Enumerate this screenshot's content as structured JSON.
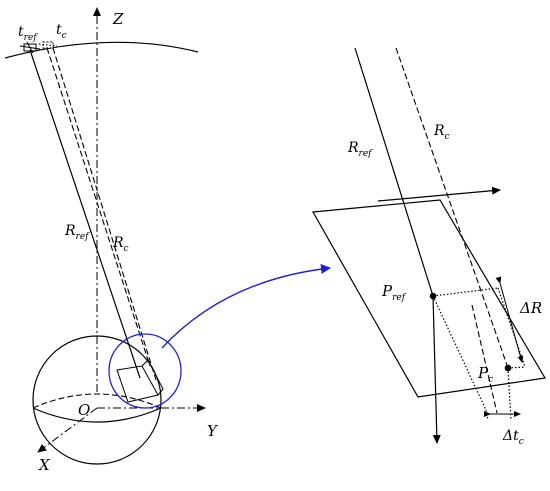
{
  "labels": {
    "t_ref_main": "t",
    "t_ref_sub": "ref",
    "t_c_main": "t",
    "t_c_sub": "c",
    "axis_z": "Z",
    "axis_y": "Y",
    "axis_x": "X",
    "origin": "O",
    "r_ref_left_main": "R",
    "r_ref_left_sub": "ref",
    "r_c_left_main": "R",
    "r_c_left_sub": "c",
    "r_ref_right_main": "R",
    "r_ref_right_sub": "ref",
    "r_c_right_main": "R",
    "r_c_right_sub": "c",
    "p_ref_main": "P",
    "p_ref_sub": "ref",
    "p_c_main": "P",
    "p_c_sub": "c",
    "delta_r": "ΔR",
    "delta_t_main": "Δt",
    "delta_t_sub": "c"
  },
  "colors": {
    "ink": "#000000",
    "highlight": "#1f1fd6"
  }
}
